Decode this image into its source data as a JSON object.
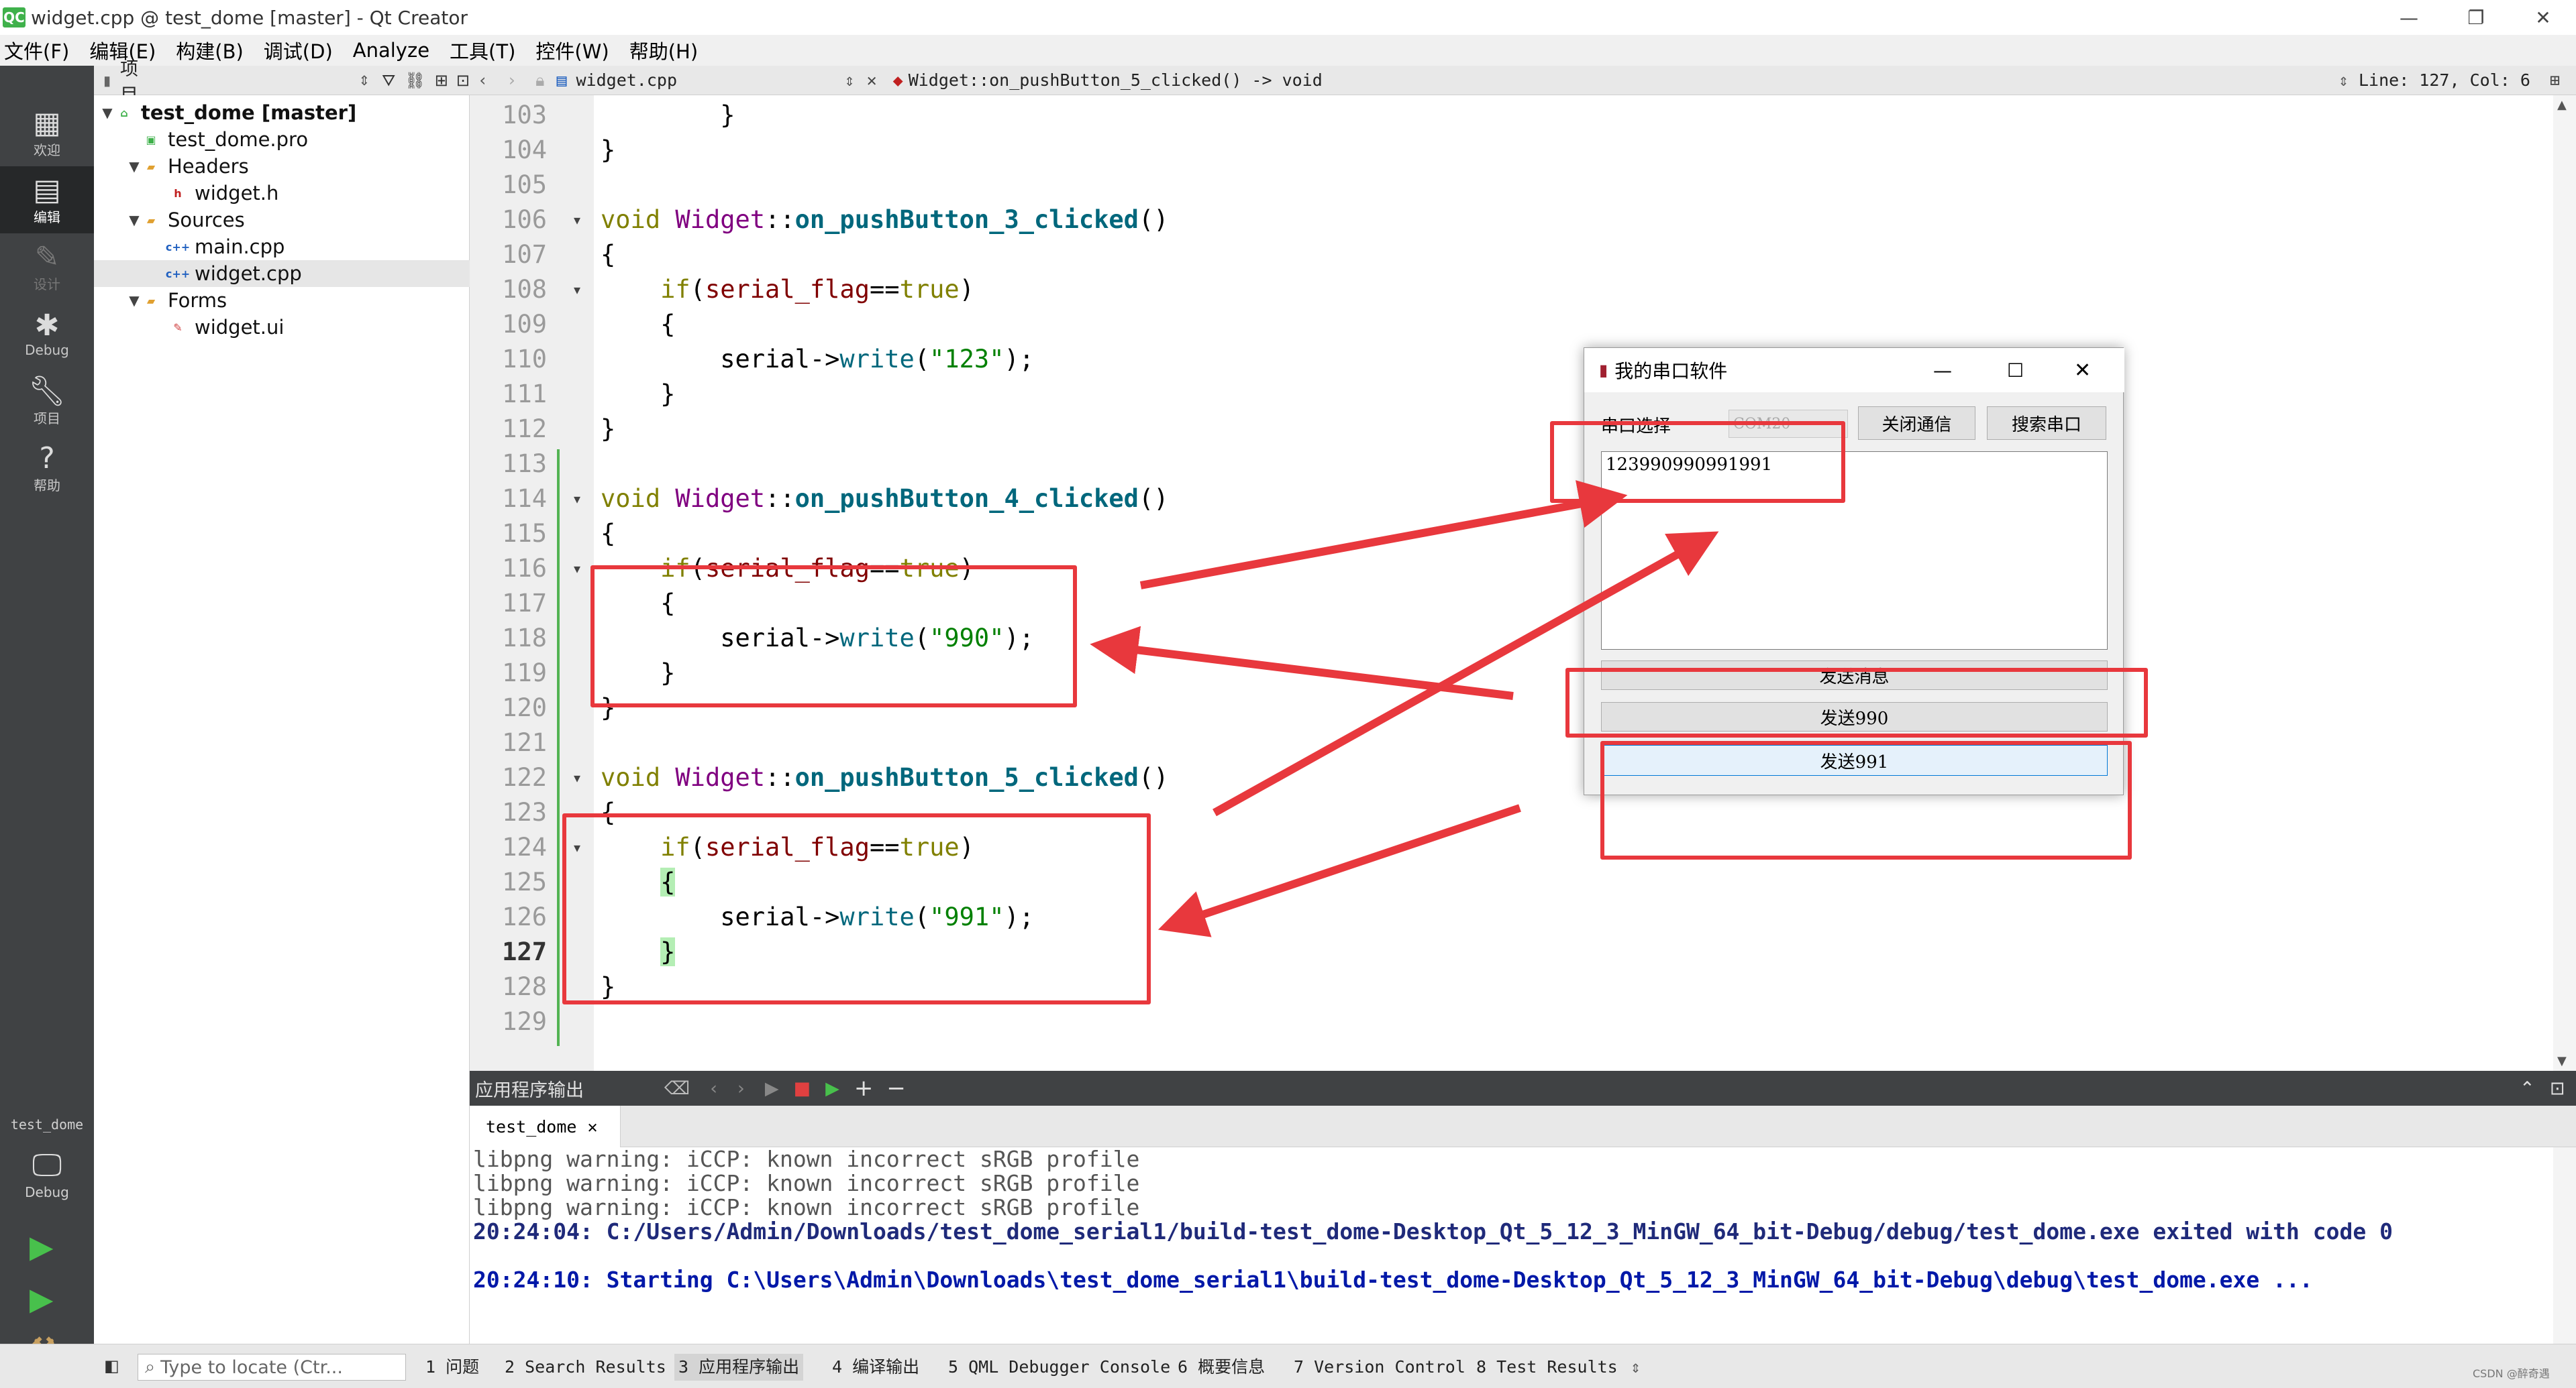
{
  "window": {
    "title": "widget.cpp @ test_dome [master] - Qt Creator",
    "app_icon": "QC",
    "controls": [
      "—",
      "❐",
      "✕"
    ]
  },
  "menu": [
    "文件(F)",
    "编辑(E)",
    "构建(B)",
    "调试(D)",
    "Analyze",
    "工具(T)",
    "控件(W)",
    "帮助(H)"
  ],
  "modes": [
    {
      "label": "欢迎",
      "icon": "grid-icon"
    },
    {
      "label": "编辑",
      "icon": "edit-doc-icon"
    },
    {
      "label": "设计",
      "icon": "pencil-icon"
    },
    {
      "label": "Debug",
      "icon": "bug-icon"
    },
    {
      "label": "项目",
      "icon": "wrench-icon"
    },
    {
      "label": "帮助",
      "icon": "help-icon"
    }
  ],
  "kit": {
    "label": "test_dome",
    "mode": "Debug"
  },
  "project_pane": {
    "title": "项目",
    "tree": [
      {
        "label": "test_dome [master]",
        "level": 0,
        "expanded": true,
        "bold": true,
        "icon": "project-icon"
      },
      {
        "label": "test_dome.pro",
        "level": 1,
        "icon": "pro-file-icon"
      },
      {
        "label": "Headers",
        "level": 1,
        "expanded": true,
        "icon": "folder-h-icon"
      },
      {
        "label": "widget.h",
        "level": 2,
        "icon": "header-file-icon"
      },
      {
        "label": "Sources",
        "level": 1,
        "expanded": true,
        "icon": "folder-cpp-icon"
      },
      {
        "label": "main.cpp",
        "level": 2,
        "icon": "cpp-file-icon"
      },
      {
        "label": "widget.cpp",
        "level": 2,
        "icon": "cpp-file-icon",
        "selected": true
      },
      {
        "label": "Forms",
        "level": 1,
        "expanded": true,
        "icon": "folder-ui-icon"
      },
      {
        "label": "widget.ui",
        "level": 2,
        "icon": "ui-file-icon"
      }
    ]
  },
  "editor": {
    "file": "widget.cpp",
    "symbol": "Widget::on_pushButton_5_clicked() -> void",
    "position": "Line: 127, Col: 6",
    "current_line": "127",
    "lines": [
      {
        "n": "103",
        "code": "        }"
      },
      {
        "n": "104",
        "code": "}"
      },
      {
        "n": "105",
        "code": ""
      },
      {
        "n": "106",
        "code": "void Widget::on_pushButton_3_clicked()",
        "fold": true
      },
      {
        "n": "107",
        "code": "{"
      },
      {
        "n": "108",
        "code": "    if(serial_flag==true)",
        "fold": true
      },
      {
        "n": "109",
        "code": "    {"
      },
      {
        "n": "110",
        "code": "        serial->write(\"123\");"
      },
      {
        "n": "111",
        "code": "    }"
      },
      {
        "n": "112",
        "code": "}"
      },
      {
        "n": "113",
        "code": ""
      },
      {
        "n": "114",
        "code": "void Widget::on_pushButton_4_clicked()",
        "fold": true
      },
      {
        "n": "115",
        "code": "{"
      },
      {
        "n": "116",
        "code": "    if(serial_flag==true)",
        "fold": true
      },
      {
        "n": "117",
        "code": "    {"
      },
      {
        "n": "118",
        "code": "        serial->write(\"990\");"
      },
      {
        "n": "119",
        "code": "    }"
      },
      {
        "n": "120",
        "code": "}"
      },
      {
        "n": "121",
        "code": ""
      },
      {
        "n": "122",
        "code": "void Widget::on_pushButton_5_clicked()",
        "fold": true
      },
      {
        "n": "123",
        "code": "{"
      },
      {
        "n": "124",
        "code": "    if(serial_flag==true)",
        "fold": true
      },
      {
        "n": "125",
        "code": "    {"
      },
      {
        "n": "126",
        "code": "        serial->write(\"991\");"
      },
      {
        "n": "127",
        "code": "    }"
      },
      {
        "n": "128",
        "code": "}"
      },
      {
        "n": "129",
        "code": ""
      }
    ]
  },
  "output": {
    "title": "应用程序输出",
    "tab": "test_dome",
    "lines": [
      {
        "text": "libpng warning: iCCP: known incorrect sRGB profile",
        "kind": "warn"
      },
      {
        "text": "libpng warning: iCCP: known incorrect sRGB profile",
        "kind": "warn"
      },
      {
        "text": "libpng warning: iCCP: known incorrect sRGB profile",
        "kind": "warn"
      },
      {
        "text": "20:24:04: C:/Users/Admin/Downloads/test_dome_serial1/build-test_dome-Desktop_Qt_5_12_3_MinGW_64_bit-Debug/debug/test_dome.exe exited with code 0",
        "kind": "navy"
      },
      {
        "text": "",
        "kind": "warn"
      },
      {
        "text": "20:24:10: Starting C:\\Users\\Admin\\Downloads\\test_dome_serial1\\build-test_dome-Desktop_Qt_5_12_3_MinGW_64_bit-Debug\\debug\\test_dome.exe ...",
        "kind": "blue"
      }
    ]
  },
  "statusbar": {
    "locate_placeholder": "Type to locate (Ctr...",
    "tabs": [
      "1 问题",
      "2 Search Results",
      "3 应用程序输出",
      "4 编译输出",
      "5 QML Debugger Console",
      "6 概要信息",
      "7 Version Control",
      "8 Test Results"
    ],
    "watermark": "CSDN @醉奇遇"
  },
  "serial_app": {
    "title": "我的串口软件",
    "port_label": "串口选择",
    "port_value": "COM20",
    "close_btn": "关闭通信",
    "search_btn": "搜索串口",
    "received": "123990990991991",
    "send_btn": "发送消息",
    "send990_btn": "发送990",
    "send991_btn": "发送991"
  },
  "colors": {
    "annotation": "#e8383d",
    "accent_green": "#3fb14b"
  }
}
